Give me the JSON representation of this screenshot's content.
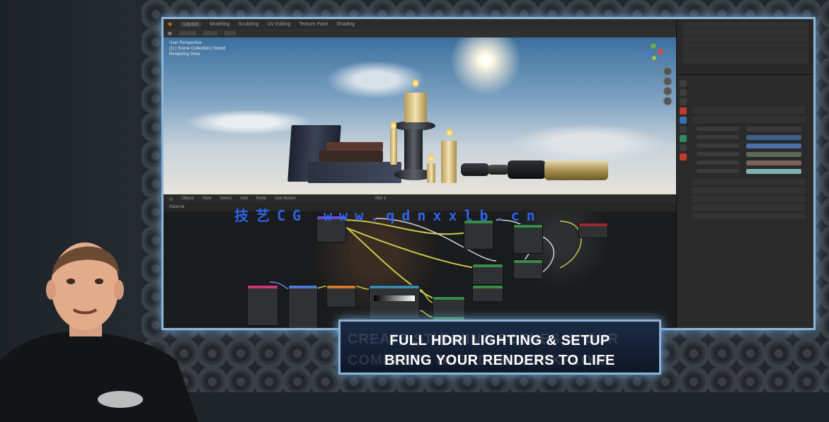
{
  "colors": {
    "accent_blue": "#8eb3d6",
    "watermark": "#2f6bff",
    "banner_bg": "#1c2a44"
  },
  "blender": {
    "topbar_items": [
      "Layout",
      "Modeling",
      "Sculpting",
      "UV Editing",
      "Texture Paint",
      "Shading"
    ],
    "viewport_info": {
      "line1": "User Perspective",
      "line2": "(1) | Scene Collection | Sword",
      "line3": "Rendering Done"
    },
    "node_header_items": [
      "Object",
      "View",
      "Select",
      "Add",
      "Node",
      "Use Nodes"
    ],
    "node_header_center": "Slot 1",
    "node_header_material": "Material"
  },
  "watermark": "技艺CG www.qdnxxlb.cn",
  "banner": {
    "line1": "FULL HDRI LIGHTING & SETUP",
    "line2": "BRING YOUR RENDERS TO LIFE",
    "ghost1": "CREATE STUNNING SCENES IN OUR",
    "ghost2": "COMPLETE BLENDER WORKFLOW"
  },
  "icons": [
    "gear-icon",
    "camera-icon",
    "hand-icon",
    "zoom-icon",
    "world-icon",
    "render-icon"
  ]
}
